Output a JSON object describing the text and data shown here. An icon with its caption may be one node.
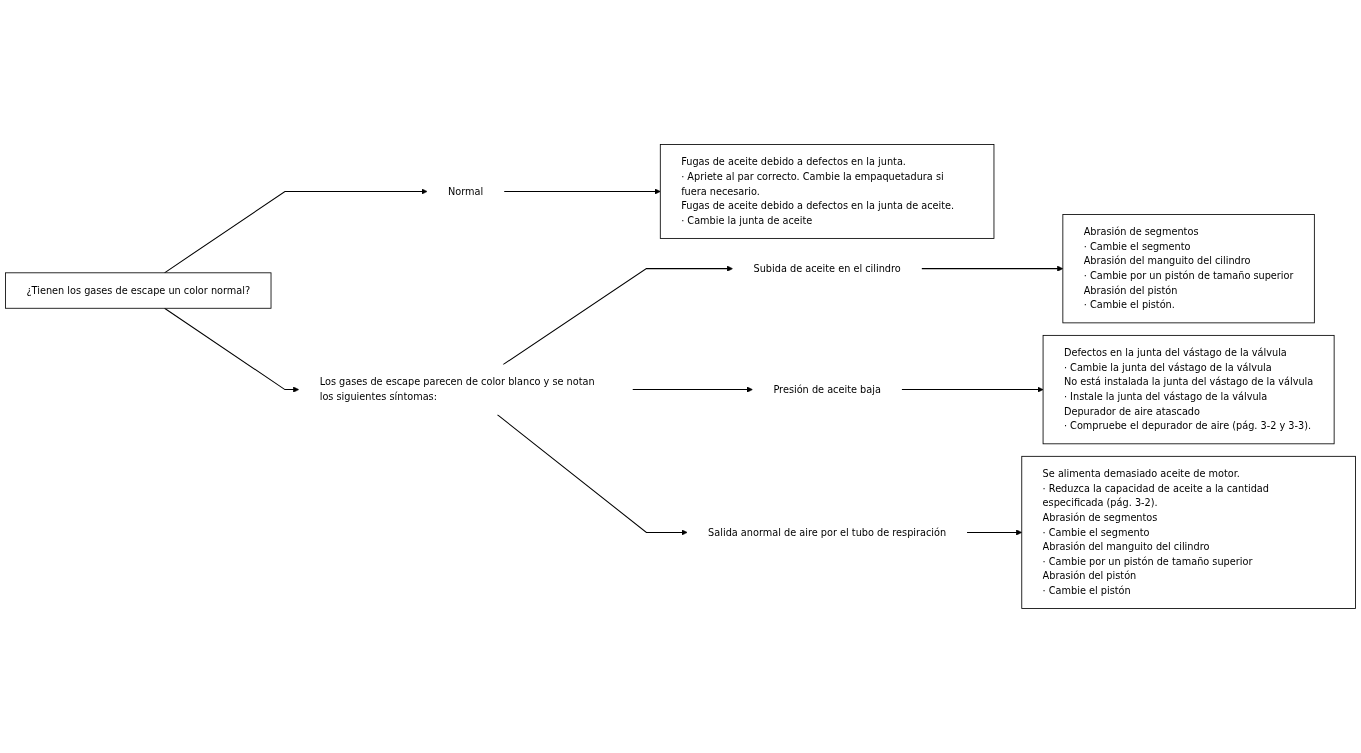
{
  "diagram": {
    "nodes": [
      {
        "text": [
          "¿Tienen los gases de escape un color normal?"
        ]
      },
      {
        "text": [
          "Normal"
        ]
      },
      {
        "text": [
          "Fugas de aceite debido a defectos en la junta.",
          "· Apriete al par correcto. Cambie la empaquetadura si fuera necesario.",
          "Fugas de aceite debido a defectos en la junta de aceite.",
          "· Cambie la junta de aceite"
        ]
      },
      {
        "text": [
          "Los gases de escape parecen de color blanco y se notan los siguientes síntomas:"
        ]
      },
      {
        "text": [
          "Subida de aceite en el cilindro"
        ]
      },
      {
        "text": [
          "Abrasión de segmentos",
          "· Cambie el segmento",
          "Abrasión del manguito del cilindro",
          "· Cambie por un pistón de tamaño superior",
          "Abrasión del pistón",
          "· Cambie el pistón."
        ]
      },
      {
        "text": [
          "Presión de aceite baja"
        ]
      },
      {
        "text": [
          "Defectos en la junta del vástago de la válvula",
          "· Cambie la junta del vástago de la válvula",
          "No está instalada la junta del vástago de la válvula",
          "· Instale la junta del vástago de la válvula",
          "Depurador de aire atascado",
          "· Compruebe el depurador de aire (pág. 3-2 y 3-3)."
        ]
      },
      {
        "text": [
          "Salida anormal de aire por el tubo de respiración"
        ]
      },
      {
        "text": [
          "Se alimenta demasiado aceite de motor.",
          "· Reduzca la capacidad de aceite a la cantidad especificada (pág. 3-2).",
          "Abrasión de segmentos",
          "· Cambie el segmento",
          "Abrasión del manguito del cilindro",
          "· Cambie por un pistón de tamaño superior",
          "Abrasión del pistón",
          "· Cambie el pistón"
        ]
      }
    ],
    "edges": [
      {
        "from": 0,
        "to": 1,
        "arrow": "to"
      },
      {
        "from": 0,
        "to": 3,
        "arrow": "to"
      },
      {
        "from": 1,
        "to": 2,
        "arrow": "to"
      },
      {
        "from": 3,
        "to": 4,
        "arrow": "to"
      },
      {
        "from": 3,
        "to": 6,
        "arrow": "to"
      },
      {
        "from": 3,
        "to": 8,
        "arrow": "to"
      },
      {
        "from": 4,
        "to": 5,
        "arrow": "to"
      },
      {
        "from": 6,
        "to": 7,
        "arrow": "to"
      },
      {
        "from": 8,
        "to": 9,
        "arrow": "to"
      }
    ]
  }
}
